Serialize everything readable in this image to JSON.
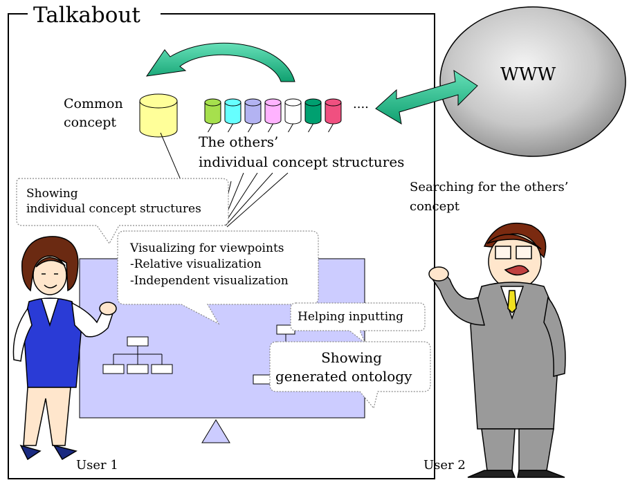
{
  "title": "Talkabout",
  "common_concept": {
    "line1": "Common",
    "line2": "concept",
    "color": "#ffff99"
  },
  "cylinders": {
    "colors": [
      "#a6e04d",
      "#66ffff",
      "#b3b3f2",
      "#ffb3ff",
      "#ffffff",
      "#00a070",
      "#f05080"
    ],
    "ellipsis": "...."
  },
  "others_label": {
    "line1": "The others’",
    "line2": "individual concept structures"
  },
  "www": {
    "label": "WWW"
  },
  "searching": {
    "line1": "Searching for the others’",
    "line2": "concept"
  },
  "callouts": {
    "showing_individual": {
      "line1": "Showing",
      "line2": "individual concept structures"
    },
    "visualizing": {
      "line1": "Visualizing for viewpoints",
      "line2": "-Relative visualization",
      "line3": "-Independent visualization"
    },
    "helping": "Helping inputting",
    "generated": {
      "line1": "Showing",
      "line2": "generated ontology"
    }
  },
  "users": {
    "user1": "User 1",
    "user2": "User 2"
  },
  "colors": {
    "board": "#ccccff",
    "arrow": "#33cc99",
    "globe": "#b0b0b0",
    "frame": "#000000"
  }
}
